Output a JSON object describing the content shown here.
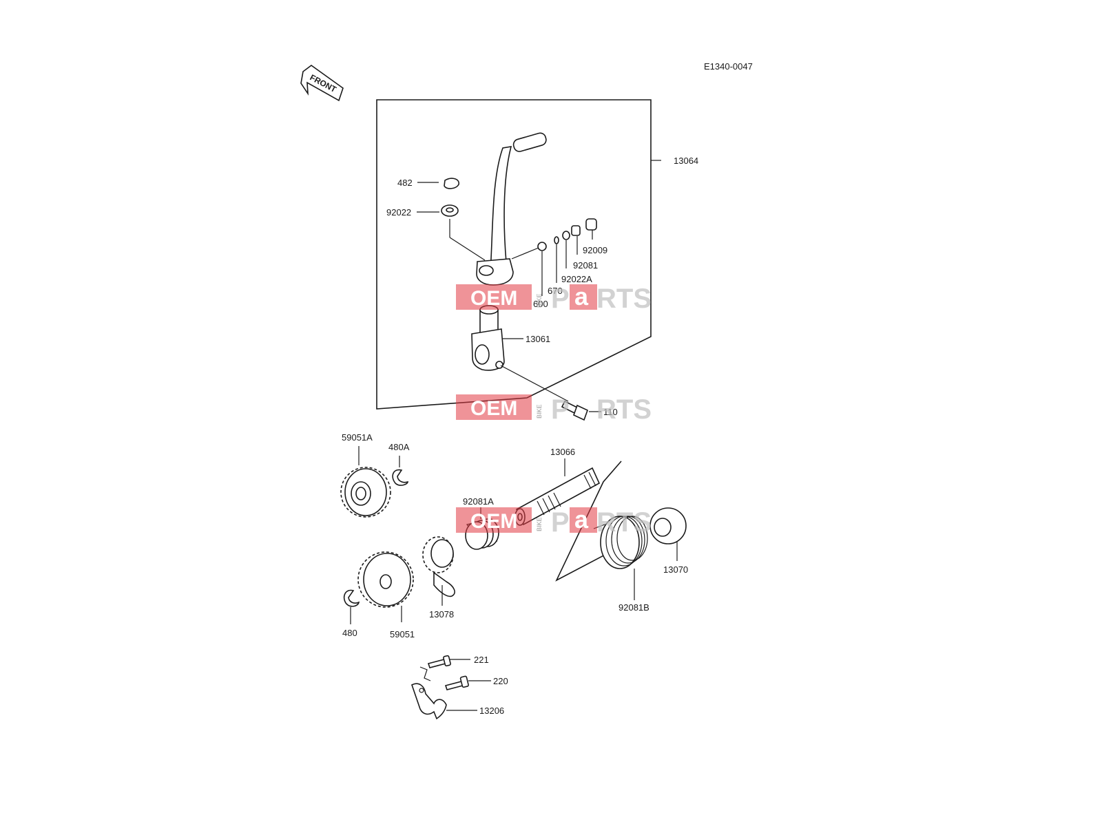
{
  "diagram": {
    "code": "E1340-0047",
    "front_label": "FRONT",
    "watermark": {
      "oem": "OEM",
      "bike": "BIKE",
      "p": "P",
      "a": "a",
      "rts": "RTS"
    },
    "callouts": {
      "c13064": "13064",
      "c482": "482",
      "c92022": "92022",
      "c92009": "92009",
      "c92081": "92081",
      "c92022A": "92022A",
      "c670": "670",
      "c600": "600",
      "c13061": "13061",
      "c110": "110",
      "c59051A": "59051A",
      "c480A": "480A",
      "c13066": "13066",
      "c92081A": "92081A",
      "c13070": "13070",
      "c92081B": "92081B",
      "c13078": "13078",
      "c480": "480",
      "c59051": "59051",
      "c221": "221",
      "c220": "220",
      "c13206": "13206"
    }
  }
}
